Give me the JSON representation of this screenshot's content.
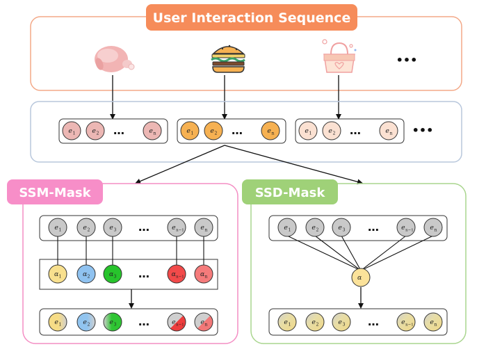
{
  "top_panel": {
    "title": "User Interaction Sequence",
    "items": [
      {
        "icon": "chicken-icon"
      },
      {
        "icon": "burger-icon"
      },
      {
        "icon": "handbag-icon"
      }
    ],
    "more": "•••"
  },
  "embedding_row": {
    "groups": [
      {
        "tokens": [
          {
            "base": "e",
            "sub": "1"
          },
          {
            "base": "e",
            "sub": "2"
          },
          {
            "base": "…",
            "sub": ""
          },
          {
            "base": "e",
            "sub": "n"
          }
        ],
        "color": "#ecb7b4"
      },
      {
        "tokens": [
          {
            "base": "e",
            "sub": "1"
          },
          {
            "base": "e",
            "sub": "2"
          },
          {
            "base": "…",
            "sub": ""
          },
          {
            "base": "e",
            "sub": "n"
          }
        ],
        "color": "#f6b152"
      },
      {
        "tokens": [
          {
            "base": "e",
            "sub": "1"
          },
          {
            "base": "e",
            "sub": "2"
          },
          {
            "base": "…",
            "sub": ""
          },
          {
            "base": "e",
            "sub": "n"
          }
        ],
        "color": "#fbe1d2"
      }
    ],
    "more": "•••"
  },
  "ssm_panel": {
    "title": "SSM-Mask",
    "input_tokens": [
      {
        "base": "e",
        "sub": "1"
      },
      {
        "base": "e",
        "sub": "2"
      },
      {
        "base": "e",
        "sub": "3"
      },
      {
        "base": "…",
        "sub": ""
      },
      {
        "base": "e",
        "sub": "n−1"
      },
      {
        "base": "e",
        "sub": "n"
      }
    ],
    "alpha_tokens": [
      {
        "base": "α",
        "sub": "1",
        "color": "#f8e08e"
      },
      {
        "base": "α",
        "sub": "2",
        "color": "#8fc2f0"
      },
      {
        "base": "α",
        "sub": "3",
        "color": "#27c42c"
      },
      {
        "base": "…",
        "sub": "",
        "color": ""
      },
      {
        "base": "α",
        "sub": "n−1",
        "color": "#f24a4a"
      },
      {
        "base": "α",
        "sub": "n",
        "color": "#f57b7b"
      }
    ],
    "output_tokens": [
      {
        "base": "e",
        "sub": "1",
        "color": "#f6dc86"
      },
      {
        "base": "e",
        "sub": "2",
        "color": "#91c4ef"
      },
      {
        "base": "e",
        "sub": "3",
        "color": "#2fc533"
      },
      {
        "base": "…",
        "sub": "",
        "color": ""
      },
      {
        "base": "e",
        "sub": "n−1",
        "color": "#ee3d3d"
      },
      {
        "base": "e",
        "sub": "n",
        "color": "#f27878"
      }
    ]
  },
  "ssd_panel": {
    "title": "SSD-Mask",
    "input_tokens": [
      {
        "base": "e",
        "sub": "1"
      },
      {
        "base": "e",
        "sub": "2"
      },
      {
        "base": "e",
        "sub": "3"
      },
      {
        "base": "…",
        "sub": ""
      },
      {
        "base": "e",
        "sub": "n−1"
      },
      {
        "base": "e",
        "sub": "n"
      }
    ],
    "alpha": {
      "base": "α",
      "sub": ""
    },
    "output_tokens": [
      {
        "base": "e",
        "sub": "1"
      },
      {
        "base": "e",
        "sub": "2"
      },
      {
        "base": "e",
        "sub": "3"
      },
      {
        "base": "…",
        "sub": ""
      },
      {
        "base": "e",
        "sub": "n−1"
      },
      {
        "base": "e",
        "sub": "n"
      }
    ]
  },
  "colors": {
    "orange": "#f68c5a",
    "pink": "#f78ec8",
    "green": "#9fd178",
    "gray_node": "#c9c9c9",
    "alpha_yellow": "#fbe29a"
  }
}
